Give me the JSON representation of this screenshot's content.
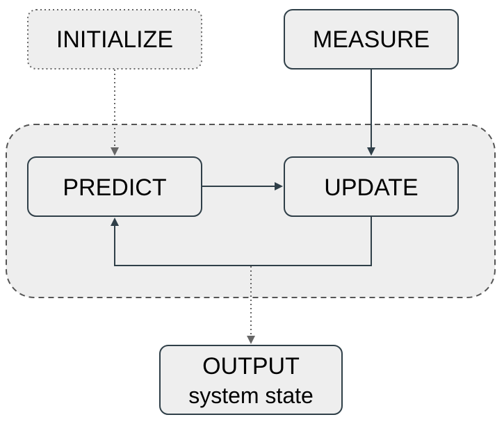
{
  "nodes": {
    "initialize": {
      "label": "INITIALIZE"
    },
    "measure": {
      "label": "MEASURE"
    },
    "predict": {
      "label": "PREDICT"
    },
    "update": {
      "label": "UPDATE"
    },
    "output": {
      "label": "OUTPUT",
      "sublabel": "system state"
    }
  },
  "colors": {
    "box_fill": "#eeeeee",
    "box_stroke": "#2f3f48",
    "dotted_stroke": "#666666",
    "loop_fill": "#eeeeee",
    "loop_stroke": "#555555",
    "arrow": "#2f3f48",
    "background": "#ffffff"
  }
}
